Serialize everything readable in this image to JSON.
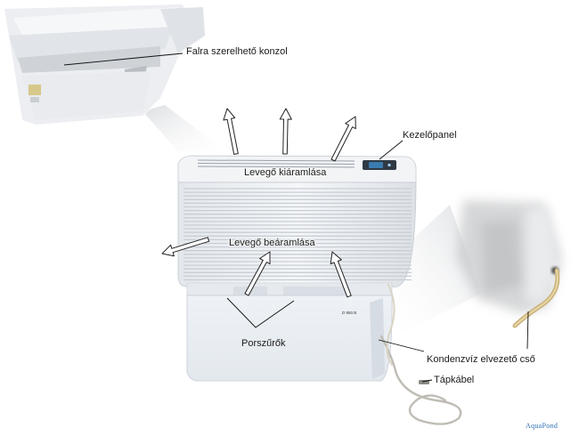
{
  "labels": {
    "wall_bracket": "Falra szerelhető konzol",
    "air_outlet": "Levegő kiáramlása",
    "control_panel": "Kezelőpanel",
    "air_inlet": "Levegő beáramlása",
    "dust_filters": "Porszűrők",
    "condensate_hose": "Kondenzvíz elvezető cső",
    "power_cable": "Tápkábel"
  },
  "model": "D 950 B",
  "brand": "AquaPond",
  "colors": {
    "housing": "#eef1f4",
    "grille": "#dfe3e8",
    "louver": "#c9ced6",
    "panel_blue": "#3a7bb0",
    "arrow_fill": "#ffffff",
    "arrow_stroke": "#222222",
    "brand_blue": "#2d6fb3"
  }
}
